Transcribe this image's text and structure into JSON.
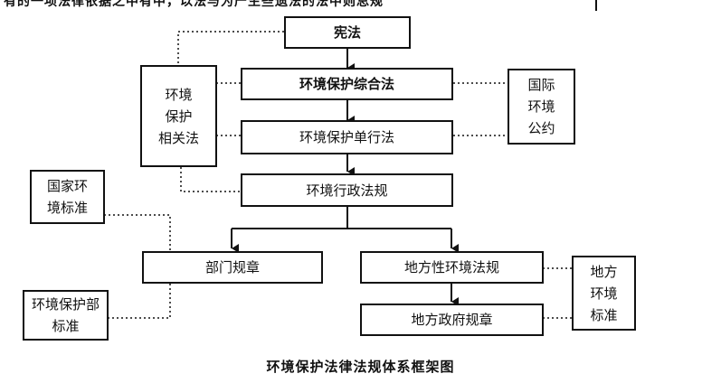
{
  "top_text": "有的一项法律依据之中有中，以法与为产生些遗法的法中则总规",
  "diagram": {
    "constitution": "宪法",
    "comprehensive_law": "环境保护综合法",
    "single_law": "环境保护单行法",
    "admin_regulation": "环境行政法规",
    "dept_rules": "部门规章",
    "local_laws": "地方性环境法规",
    "local_gov_rules": "地方政府规章",
    "related_laws": [
      "环境",
      "保护",
      "相关法"
    ],
    "intl_conventions": [
      "国际",
      "环境",
      "公约"
    ],
    "national_standards": [
      "国家环",
      "境标准"
    ],
    "dept_standards": [
      "环境保护部",
      "标准"
    ],
    "local_standards": [
      "地方",
      "环境",
      "标准"
    ]
  },
  "caption": "环境保护法律法规体系框架图"
}
